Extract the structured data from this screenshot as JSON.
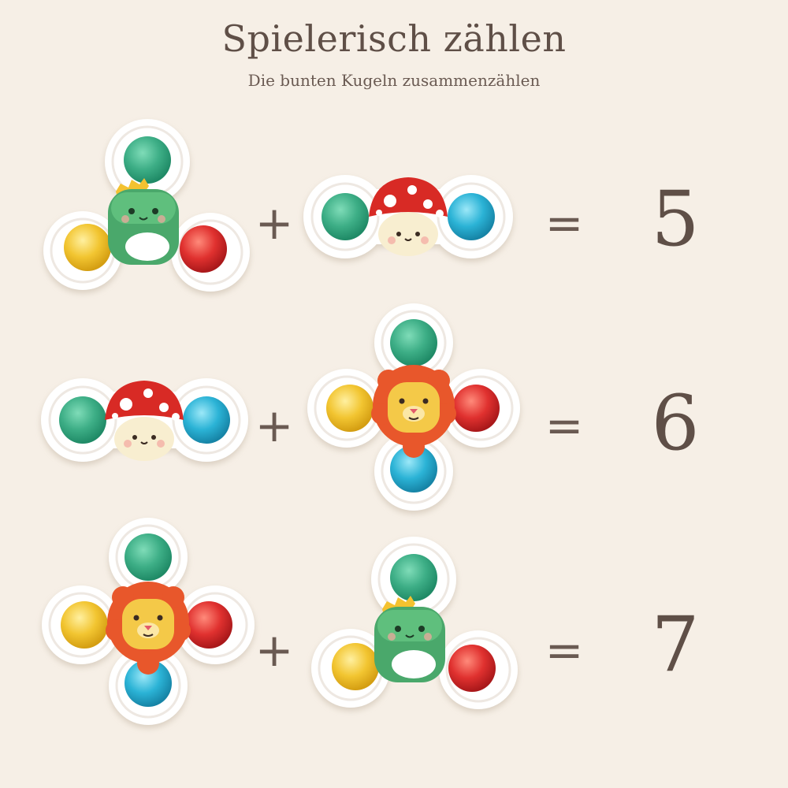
{
  "title": "Spielerisch zählen",
  "subtitle": "Die bunten Kugeln zusammenzählen",
  "equations": [
    {
      "left": {
        "character": "dinosaur-icon",
        "balls": [
          "green",
          "yellow",
          "red"
        ]
      },
      "plus": "+",
      "right": {
        "character": "mushroom-icon",
        "balls": [
          "green",
          "blue"
        ]
      },
      "equals": "=",
      "result": "5"
    },
    {
      "left": {
        "character": "mushroom-icon",
        "balls": [
          "green",
          "blue"
        ]
      },
      "plus": "+",
      "right": {
        "character": "lion-icon",
        "balls": [
          "green",
          "yellow",
          "red",
          "blue"
        ]
      },
      "equals": "=",
      "result": "6"
    },
    {
      "left": {
        "character": "lion-icon",
        "balls": [
          "green",
          "yellow",
          "red",
          "blue"
        ]
      },
      "plus": "+",
      "right": {
        "character": "dinosaur-icon",
        "balls": [
          "green",
          "yellow",
          "red"
        ]
      },
      "equals": "=",
      "result": "7"
    }
  ],
  "colors": {
    "background": "#f6efe6",
    "text": "#5f4f47",
    "ball_green": "#3dae86",
    "ball_yellow": "#f2c531",
    "ball_red": "#e0312f",
    "ball_blue": "#2bb3d6",
    "spinner_white": "#ffffff"
  }
}
